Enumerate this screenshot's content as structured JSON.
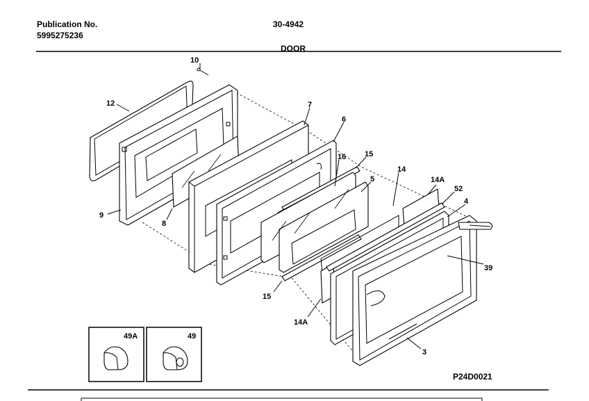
{
  "header": {
    "publication_label": "Publication No.",
    "publication_number": "5995275236",
    "model_number": "30-4942",
    "section_title": "DOOR"
  },
  "callouts": {
    "p10": "10",
    "p12": "12",
    "p7": "7",
    "p6": "6",
    "p15a": "15",
    "p16": "16",
    "p14": "14",
    "p5": "5",
    "p14a_top": "14A",
    "p52": "52",
    "p4": "4",
    "p9": "9",
    "p8": "8",
    "p39": "39",
    "p15b": "15",
    "p14a_bottom": "14A",
    "p3": "3"
  },
  "insets": {
    "left_label": "49A",
    "right_label": "49"
  },
  "footer": {
    "document_code": "P24D0021"
  }
}
